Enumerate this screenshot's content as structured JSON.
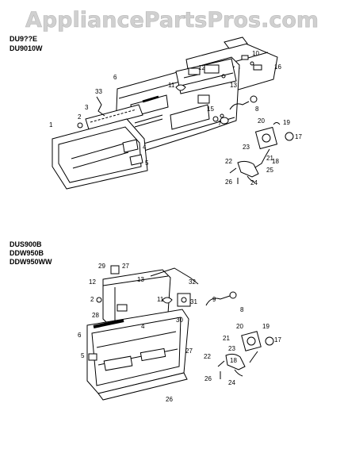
{
  "watermark": "AppliancePartsPros.com",
  "sections": [
    {
      "models": [
        "DU9??E",
        "DU9010W"
      ]
    },
    {
      "models": [
        "DUS900B",
        "DDW950B",
        "DDW950WW"
      ]
    }
  ],
  "upper_callouts": [
    "10",
    "16",
    "12",
    "6",
    "11",
    "13",
    "33",
    "15",
    "8",
    "3",
    "7",
    "2",
    "1",
    "4",
    "5",
    "20",
    "19",
    "17",
    "21",
    "18",
    "23",
    "22",
    "25",
    "26",
    "24"
  ],
  "lower_callouts": [
    "29",
    "27",
    "12",
    "13",
    "32",
    "2",
    "11",
    "31",
    "9",
    "8",
    "4",
    "30",
    "28",
    "6",
    "27",
    "5",
    "20",
    "19",
    "21",
    "17",
    "23",
    "22",
    "18",
    "26",
    "24",
    "26"
  ],
  "colors": {
    "ink": "#000000",
    "watermark": "#c8c8c8",
    "background": "#ffffff"
  }
}
